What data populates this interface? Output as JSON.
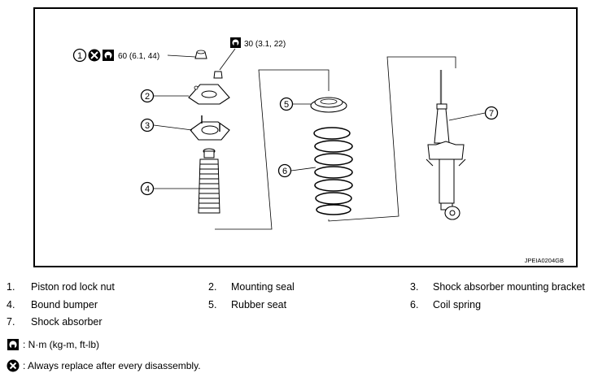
{
  "callouts": {
    "c1": "1",
    "c2": "2",
    "c3": "3",
    "c4": "4",
    "c5": "5",
    "c6": "6",
    "c7": "7"
  },
  "torques": {
    "nut_spec": "60 (6.1, 44)",
    "insulator_spec": "30 (3.1, 22)"
  },
  "figure_code": "JPEIA0204GB",
  "legend": [
    {
      "num": "1.",
      "label": "Piston rod lock nut"
    },
    {
      "num": "2.",
      "label": "Mounting seal"
    },
    {
      "num": "3.",
      "label": "Shock absorber mounting bracket"
    },
    {
      "num": "4.",
      "label": "Bound bumper"
    },
    {
      "num": "5.",
      "label": "Rubber seat"
    },
    {
      "num": "6.",
      "label": "Coil spring"
    },
    {
      "num": "7.",
      "label": "Shock absorber"
    }
  ],
  "notes": {
    "torque_unit": ": N·m (kg-m, ft-lb)",
    "replace": ": Always replace after every disassembly."
  },
  "icons": [
    "torque-wrench-icon",
    "replace-part-icon"
  ]
}
